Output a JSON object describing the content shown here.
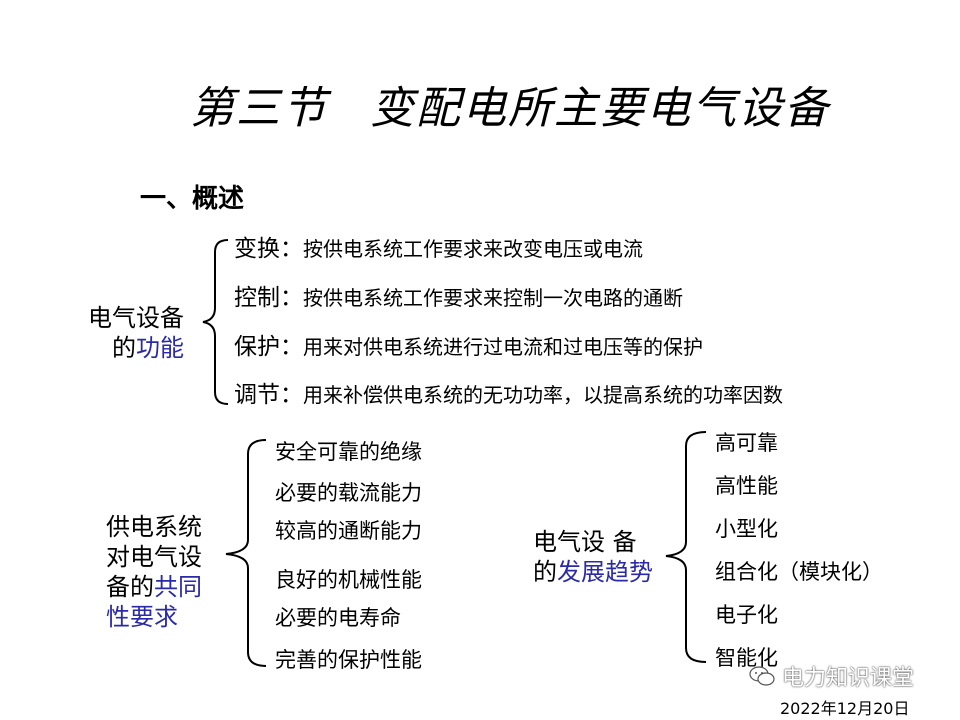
{
  "title": {
    "section": "第三节",
    "name": "变配电所主要电气设备"
  },
  "overview": "一、概述",
  "functions": {
    "label_line1": "电气设备",
    "label_line2_prefix": "的",
    "label_line2_highlight": "功能",
    "items": [
      {
        "head": "变换：",
        "text": "按供电系统工作要求来改变电压或电流"
      },
      {
        "head": "控制：",
        "text": "按供电系统工作要求来控制一次电路的通断"
      },
      {
        "head": "保护：",
        "text": "用来对供电系统进行过电流和过电压等的保护"
      },
      {
        "head": "调节：",
        "text": "用来补偿供电系统的无功功率，以提高系统的功率因数"
      }
    ]
  },
  "requirements": {
    "label_line1": "供电系统",
    "label_line2": "对电气设",
    "label_line3_prefix": "备的",
    "label_line3_highlight": "共同",
    "label_line4": "性要求",
    "items": [
      "安全可靠的绝缘",
      "必要的载流能力",
      "较高的通断能力",
      "良好的机械性能",
      "必要的电寿命",
      "完善的保护性能"
    ]
  },
  "trends": {
    "label_line1": "电气设 备",
    "label_line2_prefix": "的",
    "label_line2_highlight": "发展趋势",
    "items": [
      "高可靠",
      "高性能",
      "小型化",
      "组合化（模块化）",
      "电子化",
      "智能化"
    ]
  },
  "watermark": "电力知识课堂",
  "date": "2022年12月20日",
  "colors": {
    "highlight": "#2a2aa8",
    "text": "#000000",
    "background": "#ffffff"
  }
}
